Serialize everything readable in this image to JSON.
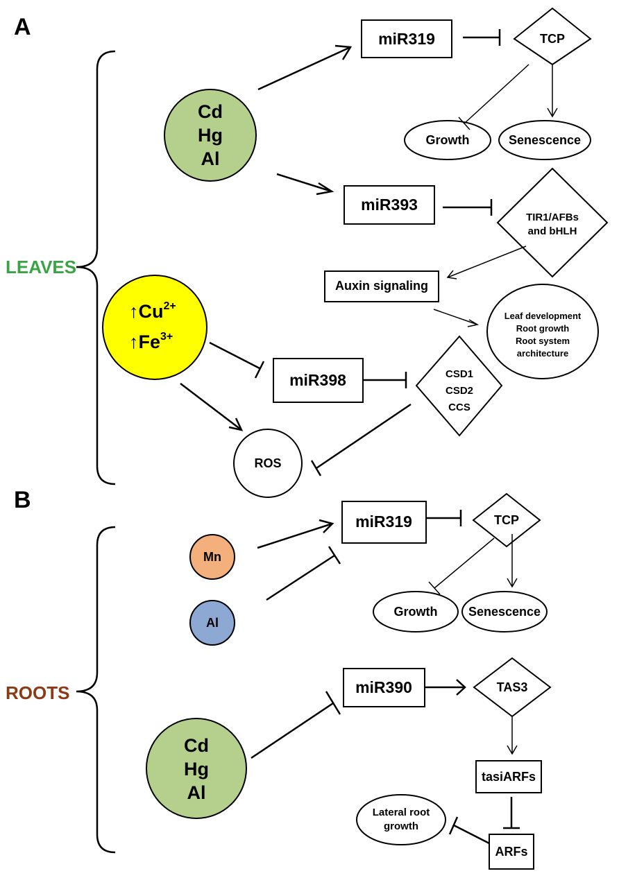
{
  "panels": {
    "a": {
      "label": "A",
      "section": "LEAVES"
    },
    "b": {
      "label": "B",
      "section": "ROOTS"
    }
  },
  "colors": {
    "leaves_label": "#3aa343",
    "roots_label": "#8b3a16",
    "cd_hg_al_fill": "#b5d08d",
    "cu_fe_fill": "#ffff00",
    "mn_fill": "#f3b07c",
    "al_fill": "#8ea8d4"
  },
  "nodes": {
    "cd_hg_al_a": [
      "Cd",
      "Hg",
      "Al"
    ],
    "cu": "Cu",
    "cu_sup": "2+",
    "fe": "Fe",
    "fe_sup": "3+",
    "up_arrow": "↑",
    "mir319_a": "miR319",
    "tcp_a": "TCP",
    "growth_a": "Growth",
    "senescence_a": "Senescence",
    "mir393": "miR393",
    "tir1_afbs": [
      "TIR1/AFBs",
      "and bHLH"
    ],
    "auxin_signaling": "Auxin signaling",
    "leaf_development": [
      "Leaf development",
      "Root growth",
      "Root system",
      "architecture"
    ],
    "mir398": "miR398",
    "csd": [
      "CSD1",
      "CSD2",
      "CCS"
    ],
    "ros": "ROS",
    "mn": "Mn",
    "al": "Al",
    "mir319_b": "miR319",
    "tcp_b": "TCP",
    "growth_b": "Growth",
    "senescence_b": "Senescence",
    "cd_hg_al_b": [
      "Cd",
      "Hg",
      "Al"
    ],
    "mir390": "miR390",
    "tas3": "TAS3",
    "tasiarfs": "tasiARFs",
    "arfs": "ARFs",
    "lateral_root_growth": [
      "Lateral root",
      "growth"
    ]
  }
}
